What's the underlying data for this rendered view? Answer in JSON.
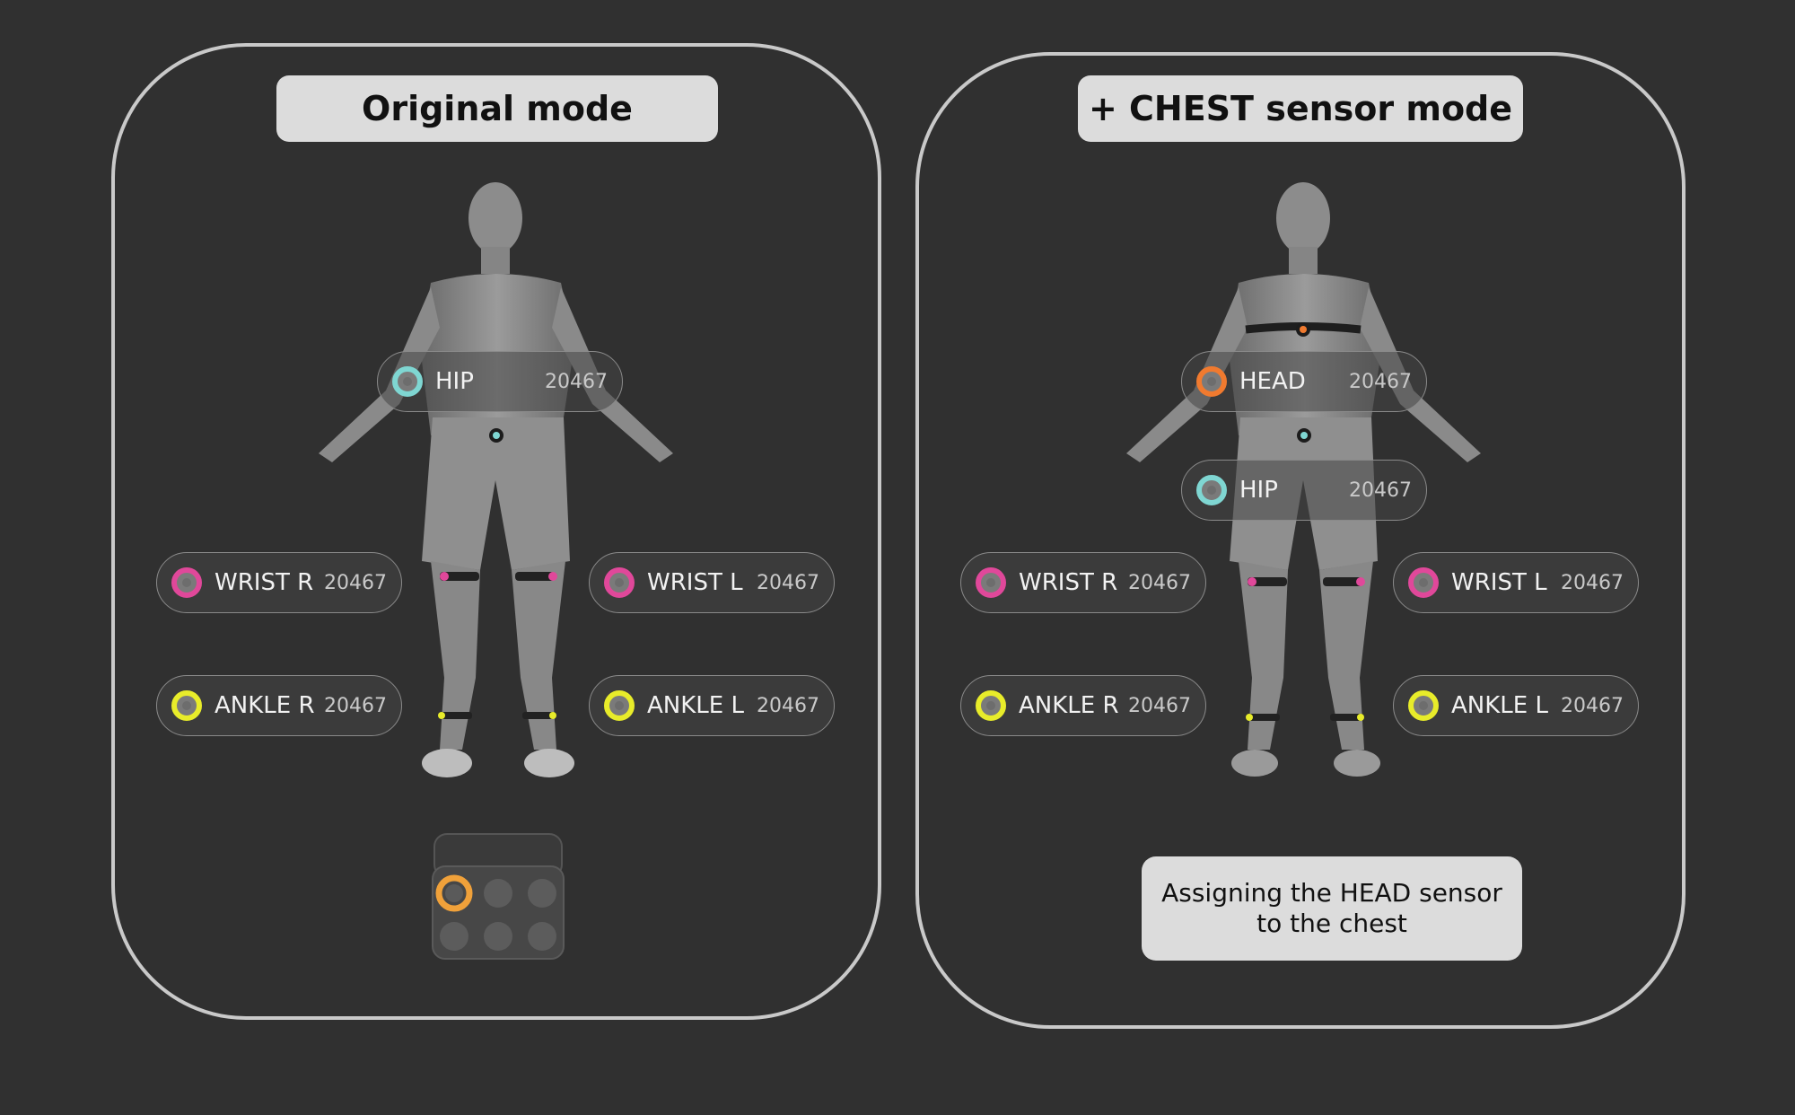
{
  "colors": {
    "background": "#303030",
    "panel_border": "#c9c9c9",
    "title_bg": "#dcdcdc",
    "head": "#f07a2f",
    "hip": "#7fd6d2",
    "wrist": "#e0489a",
    "ankle": "#e8ec2a"
  },
  "left_panel": {
    "title": "Original mode",
    "sensors": [
      {
        "label": "HIP",
        "id": "20467",
        "color": "hip"
      },
      {
        "label": "WRIST R",
        "id": "20467",
        "color": "wrist"
      },
      {
        "label": "WRIST L",
        "id": "20467",
        "color": "wrist"
      },
      {
        "label": "ANKLE R",
        "id": "20467",
        "color": "ankle"
      },
      {
        "label": "ANKLE L",
        "id": "20467",
        "color": "ankle"
      }
    ]
  },
  "right_panel": {
    "title": "+ CHEST sensor mode",
    "caption": "Assigning the HEAD sensor to the chest",
    "sensors": [
      {
        "label": "HEAD",
        "id": "20467",
        "color": "head"
      },
      {
        "label": "HIP",
        "id": "20467",
        "color": "hip"
      },
      {
        "label": "WRIST R",
        "id": "20467",
        "color": "wrist"
      },
      {
        "label": "WRIST L",
        "id": "20467",
        "color": "wrist"
      },
      {
        "label": "ANKLE R",
        "id": "20467",
        "color": "ankle"
      },
      {
        "label": "ANKLE L",
        "id": "20467",
        "color": "ankle"
      }
    ]
  }
}
